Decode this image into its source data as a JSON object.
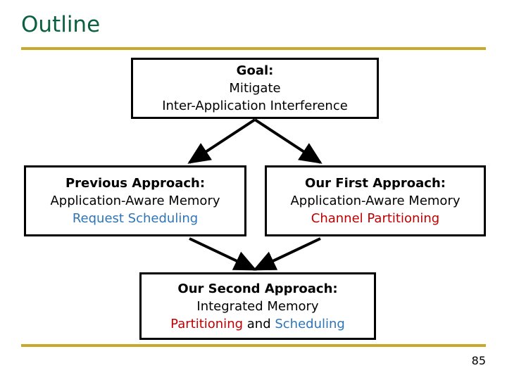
{
  "slide": {
    "title": "Outline",
    "page_number": "85",
    "accent_rule_color": "#c8a92b",
    "title_color": "#0a6040",
    "blue_color": "#2e75b6",
    "red_color": "#c00000",
    "box_border_color": "#000000",
    "background_color": "#ffffff"
  },
  "diagram": {
    "goal_box": {
      "line1": "Goal:",
      "line2": "Mitigate",
      "line3": "Inter-Application Interference"
    },
    "previous_box": {
      "line1": "Previous Approach:",
      "line2": "Application-Aware Memory",
      "line3": "Request Scheduling"
    },
    "first_box": {
      "line1": "Our First Approach:",
      "line2": "Application-Aware Memory",
      "line3": "Channel Partitioning"
    },
    "second_box": {
      "line1": "Our Second Approach:",
      "line2": "Integrated Memory",
      "line3_part1": "Partitioning",
      "line3_part2": " and ",
      "line3_part3": "Scheduling"
    },
    "connectors": [
      {
        "name": "goal-to-previous",
        "from": "goal_box",
        "to": "previous_box"
      },
      {
        "name": "goal-to-first",
        "from": "goal_box",
        "to": "first_box"
      },
      {
        "name": "previous-to-second",
        "from": "previous_box",
        "to": "second_box"
      },
      {
        "name": "first-to-second",
        "from": "first_box",
        "to": "second_box"
      }
    ]
  }
}
